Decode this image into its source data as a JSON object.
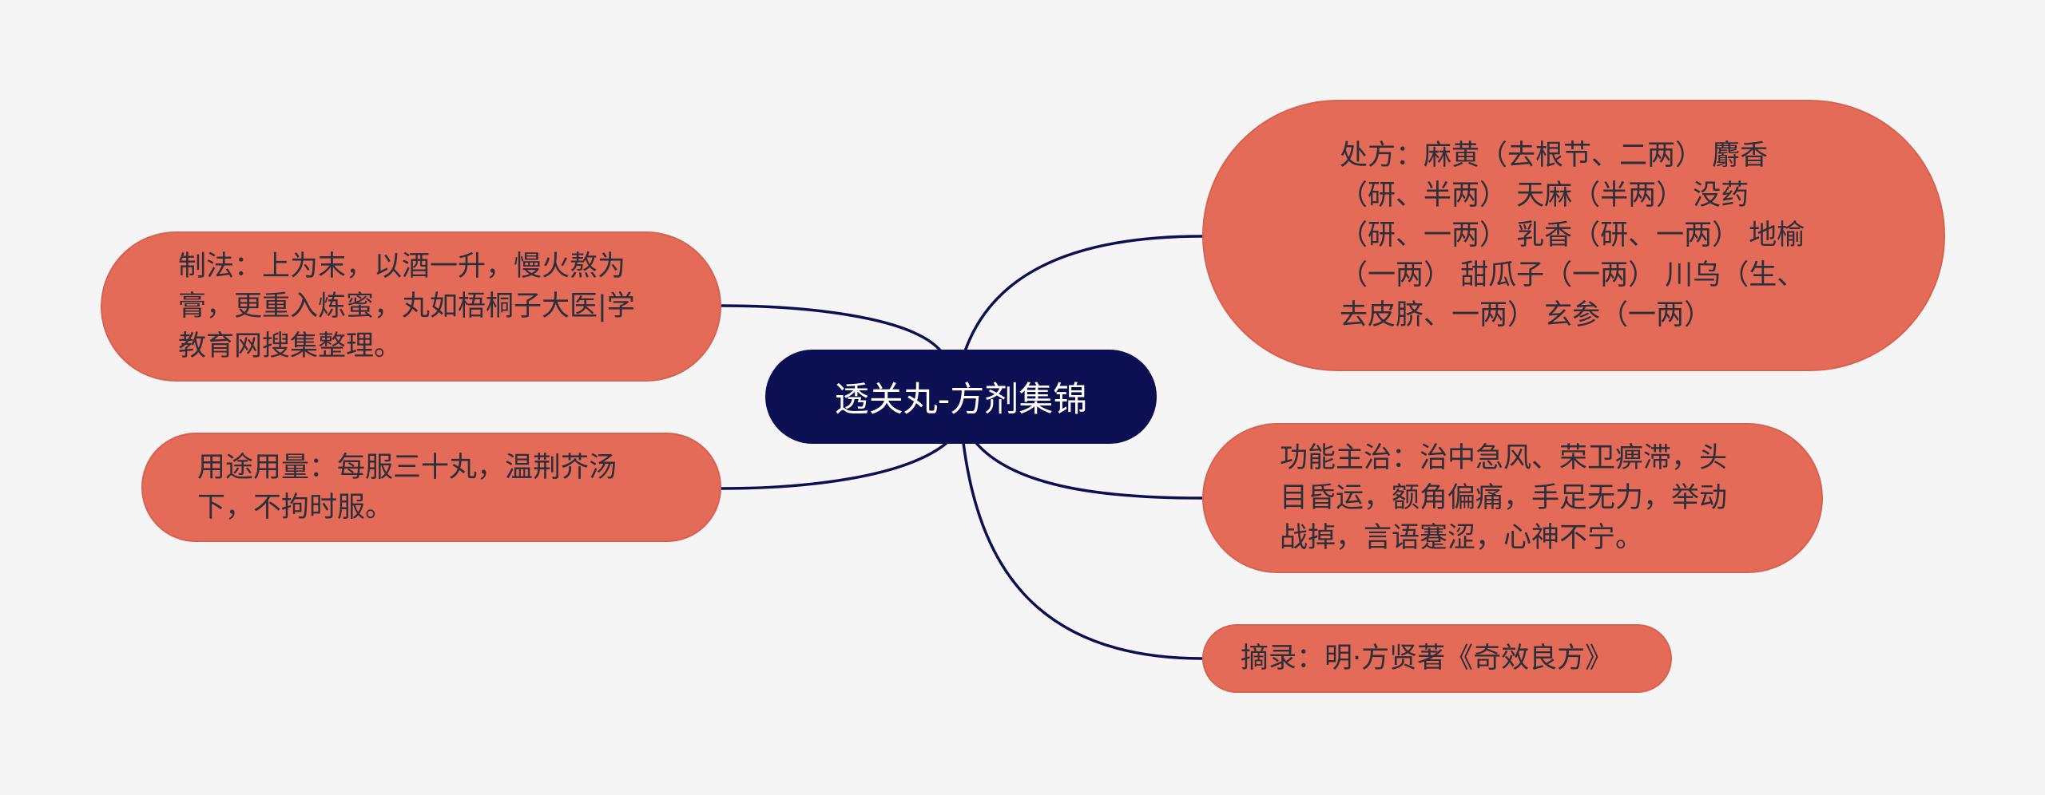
{
  "root": {
    "label": "透关丸-方剂集锦"
  },
  "branches": {
    "prescription": "处方：麻黄（去根节、二两） 麝香（研、半两） 天麻（半两） 没药（研、一两） 乳香（研、一两） 地榆（一两） 甜瓜子（一两） 川乌（生、去皮脐、一两） 玄参（一两）",
    "method": "制法：上为末，以酒一升，慢火熬为膏，更重入炼蜜，丸如梧桐子大医|学教育网搜集整理。",
    "usage": "用途用量：每服三十丸，温荆芥汤下，不拘时服。",
    "function": "功能主治：治中急风、荣卫痹滞，头目昏运，额角偏痛，手足无力，举动战掉，言语蹇涩，心神不宁。",
    "source": "摘录：明·方贤著《奇效良方》"
  },
  "colors": {
    "background": "#f5f5f5",
    "root_fill": "#0c0f52",
    "node_fill": "#e56b59",
    "connector": "#0c0f52",
    "text": "#2a2f3a"
  }
}
